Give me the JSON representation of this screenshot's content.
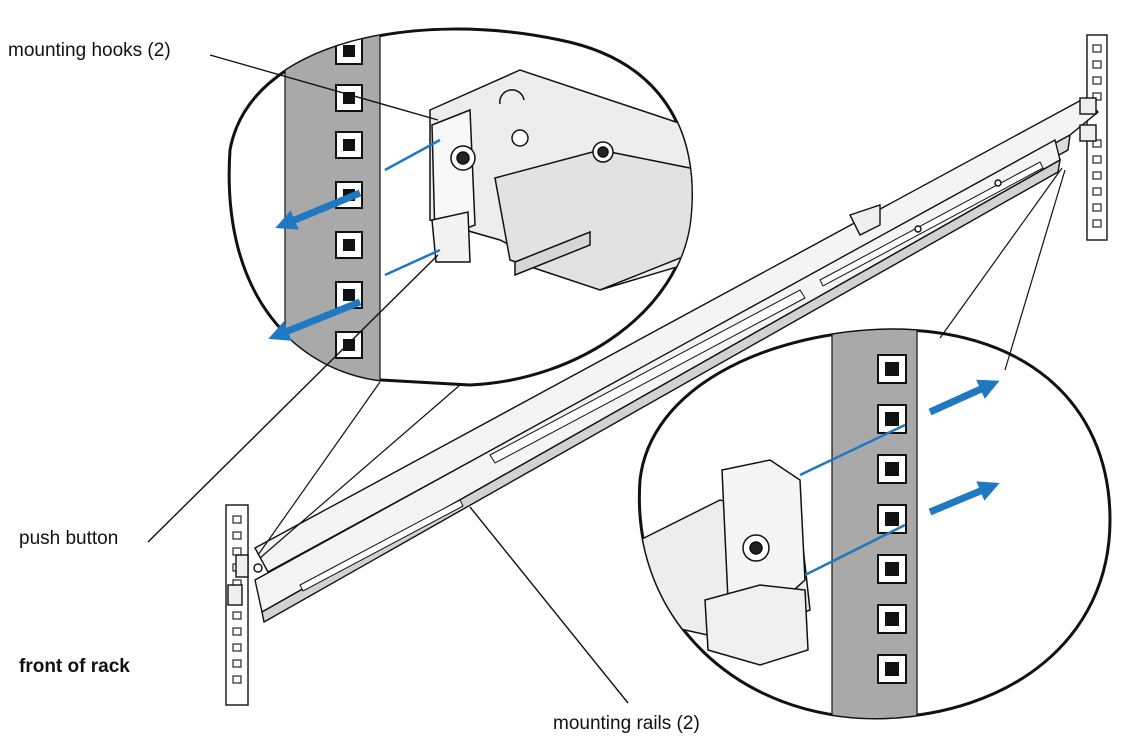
{
  "labels": {
    "mounting_hooks": "mounting hooks (2)",
    "push_button": "push button",
    "front_of_rack": "front of rack",
    "mounting_rails": "mounting rails (2)"
  },
  "colors": {
    "line": "#111111",
    "metal": "#f2f2f2",
    "metal_shade": "#d4d4d4",
    "rack_post": "#a9a9a9",
    "arrow_blue": "#1e78c2"
  }
}
